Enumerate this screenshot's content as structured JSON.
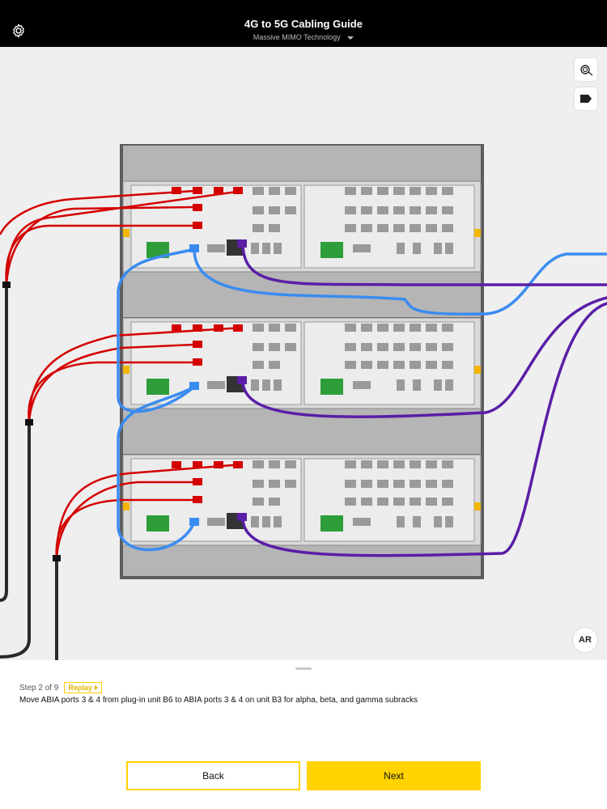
{
  "header": {
    "title": "4G to 5G Cabling Guide",
    "subtitle": "Massive MIMO Technology",
    "settings_icon": "gear-icon",
    "dropdown_icon": "chevron-down-icon"
  },
  "toolbar": {
    "cable_icon": "cable-icon",
    "label_icon": "tag-icon",
    "ar_label": "AR"
  },
  "step": {
    "counter": "Step 2 of 9",
    "replay_label": "Replay",
    "instruction": "Move ABIA ports 3 & 4 from plug-in unit B6 to ABIA ports 3 & 4 on unit B3 for alpha, beta, and gamma subracks"
  },
  "nav": {
    "back_label": "Back",
    "next_label": "Next"
  },
  "colors": {
    "accent": "#ffd200",
    "header_bg": "#000000",
    "cable_red": "#d40000",
    "cable_blue": "#3a8cf0",
    "cable_purple": "#5a1ea6",
    "cable_black": "#2a2a2a"
  }
}
